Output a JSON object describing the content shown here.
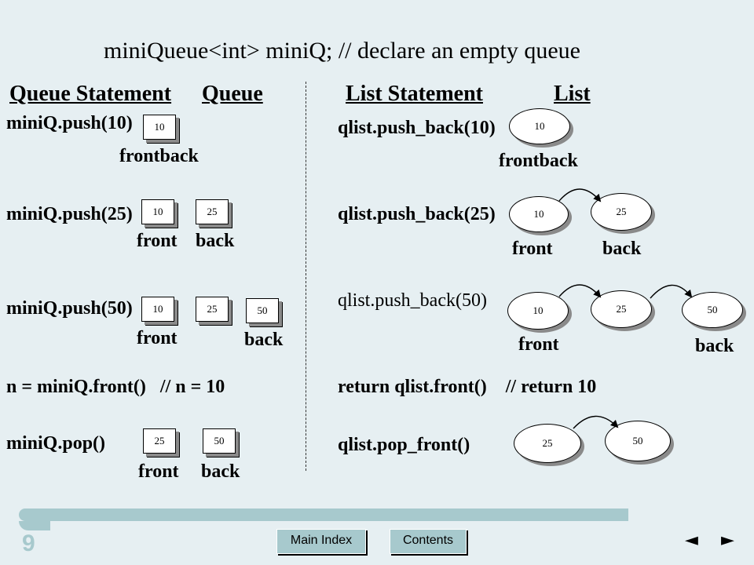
{
  "title": "miniQueue<int> miniQ;   // declare an empty queue",
  "headers": {
    "queue_statement": "Queue Statement",
    "queue": "Queue",
    "list_statement": "List Statement",
    "list": "List"
  },
  "queue_side": {
    "s1": "miniQ.push(10)",
    "s2": "miniQ.push(25)",
    "s3": "miniQ.push(50)",
    "s4": "n = miniQ.front()   // n = 10",
    "s5": "miniQ.pop()",
    "v10": "10",
    "v25": "25",
    "v50": "50",
    "frontback": "frontback",
    "front": "front",
    "back": "back"
  },
  "list_side": {
    "s1": "qlist.push_back(10)",
    "s2": "qlist.push_back(25)",
    "s3": "qlist.push_back(50)",
    "s4": "return qlist.front()    // return 10",
    "s5": "qlist.pop_front()",
    "v10": "10",
    "v25": "25",
    "v50": "50",
    "frontback": "frontback",
    "front": "front",
    "back": "back"
  },
  "footer": {
    "page_number": "9",
    "main_index": "Main Index",
    "contents": "Contents",
    "prev_arrow": "◄",
    "next_arrow": "►"
  }
}
